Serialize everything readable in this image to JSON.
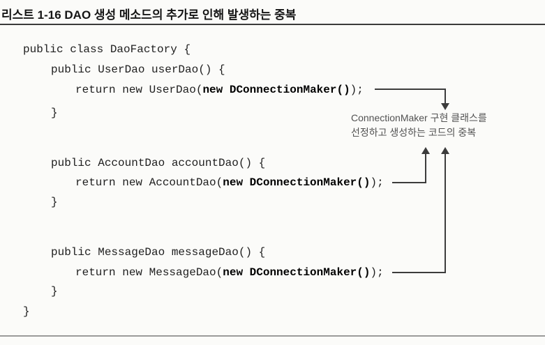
{
  "listing": {
    "title": "리스트 1-16 DAO 생성 메소드의 추가로 인해 발생하는 중복"
  },
  "code": {
    "language": "java",
    "lines": [
      {
        "segments": [
          {
            "text": "public class DaoFactory {",
            "bold": false
          }
        ]
      },
      {
        "segments": [
          {
            "text": "public UserDao userDao() {",
            "bold": false
          }
        ]
      },
      {
        "segments": [
          {
            "text": "return new UserDao(",
            "bold": false
          },
          {
            "text": "new DConnectionMaker()",
            "bold": true
          },
          {
            "text": ");",
            "bold": false
          }
        ]
      },
      {
        "segments": [
          {
            "text": "}",
            "bold": false
          }
        ]
      },
      {
        "segments": [
          {
            "text": "public AccountDao accountDao() {",
            "bold": false
          }
        ]
      },
      {
        "segments": [
          {
            "text": "return new AccountDao(",
            "bold": false
          },
          {
            "text": "new DConnectionMaker()",
            "bold": true
          },
          {
            "text": ");",
            "bold": false
          }
        ]
      },
      {
        "segments": [
          {
            "text": "}",
            "bold": false
          }
        ]
      },
      {
        "segments": [
          {
            "text": "public MessageDao messageDao() {",
            "bold": false
          }
        ]
      },
      {
        "segments": [
          {
            "text": "return new MessageDao(",
            "bold": false
          },
          {
            "text": "new DConnectionMaker()",
            "bold": true
          },
          {
            "text": ");",
            "bold": false
          }
        ]
      },
      {
        "segments": [
          {
            "text": "}",
            "bold": false
          }
        ]
      },
      {
        "segments": [
          {
            "text": "}",
            "bold": false
          }
        ]
      }
    ]
  },
  "annotation": {
    "line1": "ConnectionMaker 구현 클래스를",
    "line2": "선정하고 생성하는 코드의 중복"
  },
  "colors": {
    "page_background": "#fbfbf9",
    "code_text": "#1e1e1e",
    "title_text": "#151515",
    "annotation_text": "#525252",
    "connector": "#3c3c3c",
    "title_rule": "#3a3a3a",
    "bottom_rule": "#9a9a9a"
  }
}
